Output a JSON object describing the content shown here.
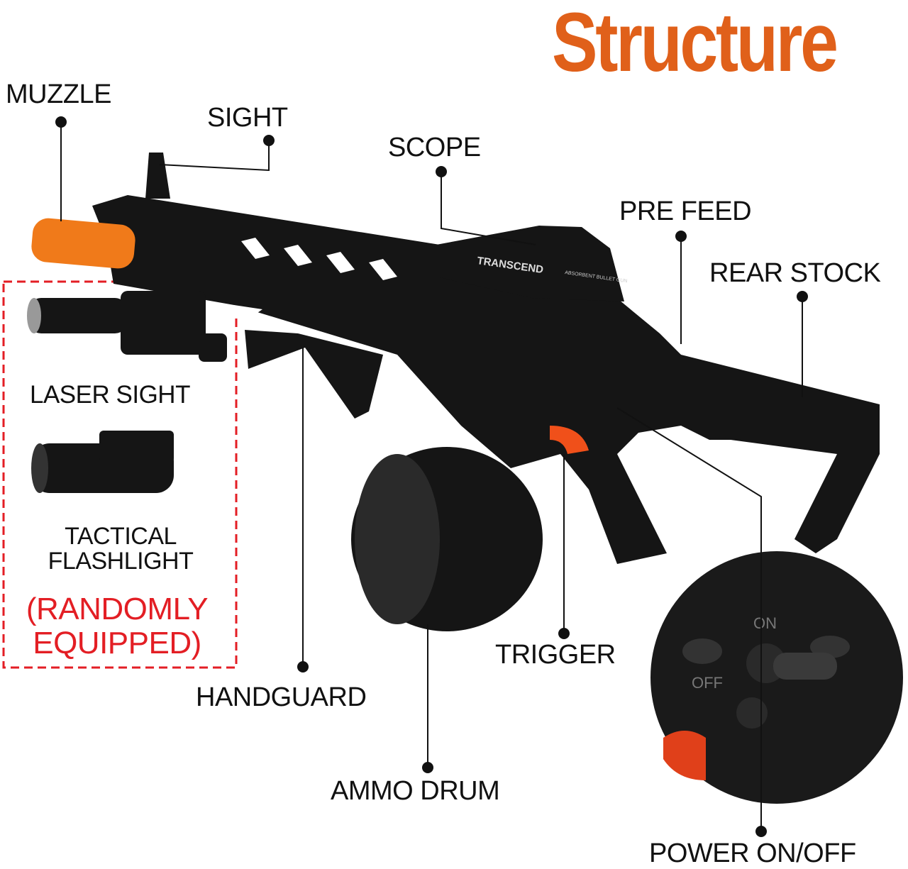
{
  "title": "Structure",
  "labels": {
    "muzzle": "MUZZLE",
    "sight": "SIGHT",
    "scope": "SCOPE",
    "pre_feed": "PRE FEED",
    "rear_stock": "REAR STOCK",
    "laser_sight": "LASER SIGHT",
    "tactical_flashlight_1": "TACTICAL",
    "tactical_flashlight_2": "FLASHLIGHT",
    "randomly_1": "(RANDOMLY",
    "randomly_2": "EQUIPPED)",
    "handguard": "HANDGUARD",
    "ammo_drum": "AMMO DRUM",
    "trigger": "TRIGGER",
    "power": "POWER ON/OFF"
  },
  "product_marks": {
    "brand": "TRANSCEND",
    "scope_text": "ABSORBENT BULLET GUN",
    "switch_on": "ON",
    "switch_off": "OFF"
  },
  "colors": {
    "title": "#e0601a",
    "accent_red": "#e31e24",
    "orange_parts": "#f07a1a",
    "gun_body": "#151515"
  }
}
